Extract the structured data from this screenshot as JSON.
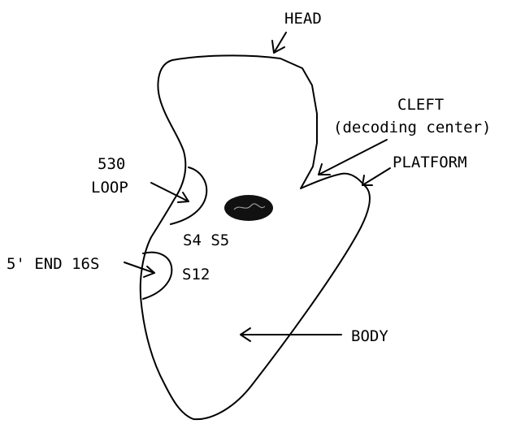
{
  "diagram": {
    "labels": {
      "head": "HEAD",
      "cleft_line1": "CLEFT",
      "cleft_line2": "(decoding center)",
      "platform": "PLATFORM",
      "loop_line1": "530",
      "loop_line2": "LOOP",
      "s4_s5": "S4 S5",
      "end_16s": "5' END 16S",
      "s12": "S12",
      "body": "BODY"
    },
    "colors": {
      "stroke": "#000000",
      "background": "#ffffff",
      "blob_fill": "#111111"
    }
  }
}
